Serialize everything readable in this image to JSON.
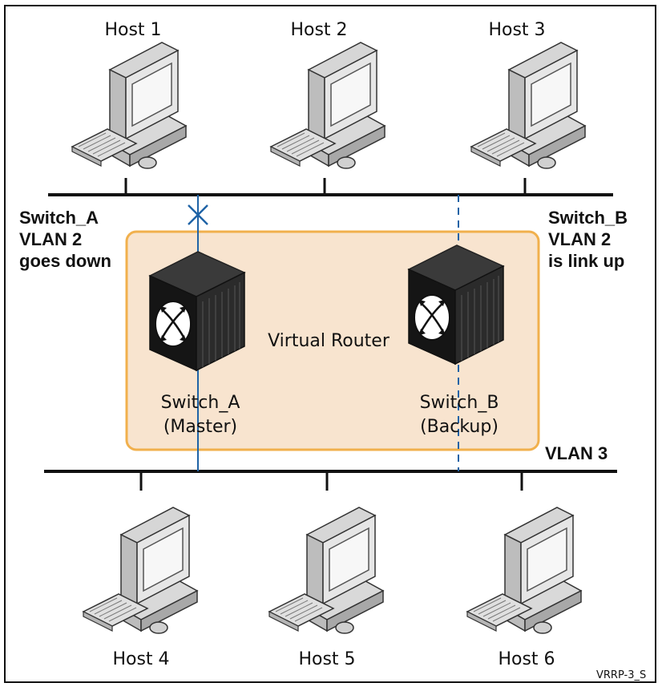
{
  "hosts": [
    {
      "label": "Host 1"
    },
    {
      "label": "Host 2"
    },
    {
      "label": "Host 3"
    },
    {
      "label": "Host 4"
    },
    {
      "label": "Host 5"
    },
    {
      "label": "Host 6"
    }
  ],
  "virtual_router": {
    "label": "Virtual Router"
  },
  "switch_a": {
    "name": "Switch_A",
    "role": "(Master)"
  },
  "switch_b": {
    "name": "Switch_B",
    "role": "(Backup)"
  },
  "notes": {
    "left": [
      "Switch_A",
      "VLAN 2",
      "goes down"
    ],
    "right": [
      "Switch_B",
      "VLAN 2",
      "is link up"
    ],
    "vlan3": "VLAN 3"
  },
  "figure_id": "VRRP-3_S",
  "colors": {
    "link": "#1f63a6",
    "router_box_fill": "#f8e4cf",
    "router_box_stroke": "#f1b04d",
    "bus": "#111111"
  }
}
